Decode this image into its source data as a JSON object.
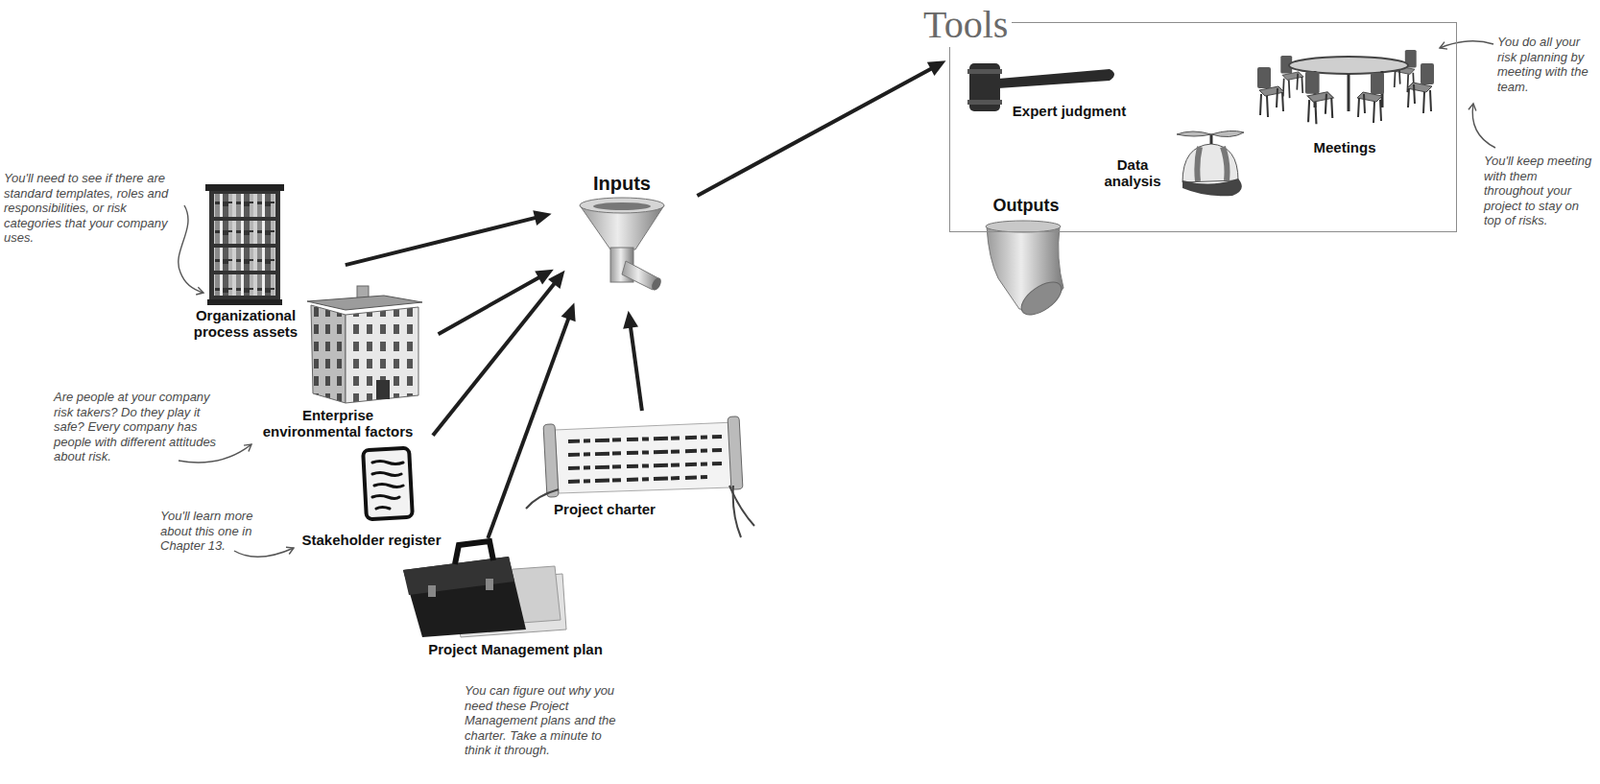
{
  "diagram": {
    "nodes": [
      {
        "text": [
          "Organizational process assets"
        ]
      },
      {
        "text": [
          "Enterprise environmental factors"
        ]
      },
      {
        "text": [
          "Stakeholder register"
        ]
      },
      {
        "text": [
          "Project Management plan"
        ]
      },
      {
        "text": [
          "Project charter"
        ]
      },
      {
        "text": [
          "Inputs"
        ]
      },
      {
        "text": [
          "Tools"
        ]
      },
      {
        "text": [
          "Expert judgment"
        ],
        "in": 6
      },
      {
        "text": [
          "Data analysis"
        ],
        "in": 6
      },
      {
        "text": [
          "Meetings"
        ],
        "in": 6
      },
      {
        "text": [
          "Outputs"
        ],
        "in": 6
      }
    ],
    "edges": [
      {
        "from": 0,
        "to": 5,
        "arrow": "to"
      },
      {
        "from": 1,
        "to": 5,
        "arrow": "to"
      },
      {
        "from": 2,
        "to": 5,
        "arrow": "to"
      },
      {
        "from": 3,
        "to": 5,
        "arrow": "to"
      },
      {
        "from": 4,
        "to": 5,
        "arrow": "to"
      },
      {
        "from": 5,
        "to": 6,
        "arrow": "to"
      }
    ],
    "labels": [
      "You'll need to see if there are standard templates, roles and responsibilities, or risk categories that your company uses.",
      "Are people at your company risk takers? Do they play it safe? Every company has people with different attitudes about risk.",
      "You'll learn more about this one in Chapter 13.",
      "You can figure out why you need these Project Management plans and the charter. Take a minute to think it through.",
      "You do all your risk planning by meeting with the team.",
      "You'll keep meeting with them throughout your project to stay on top of risks."
    ]
  }
}
